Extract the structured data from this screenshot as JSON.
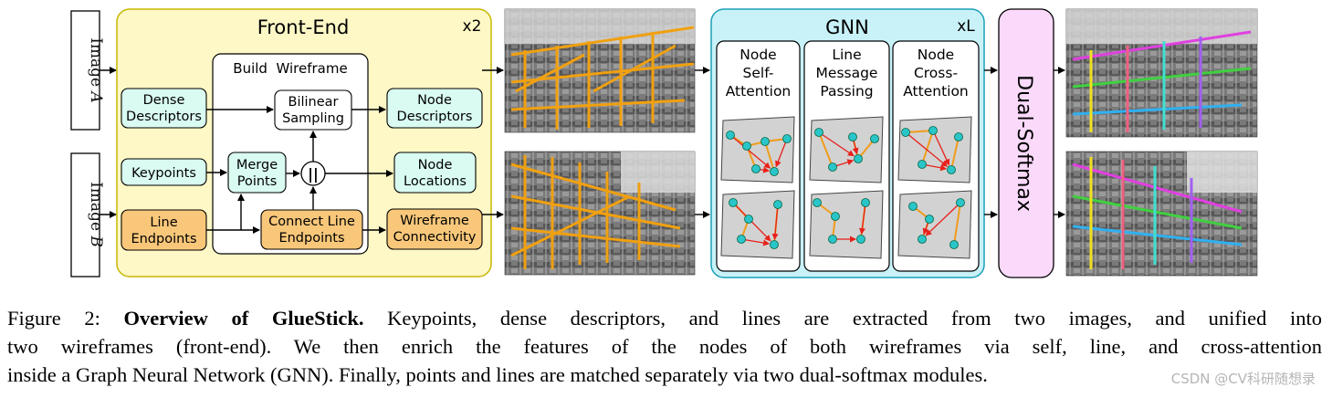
{
  "figure": {
    "image_a": [
      "Image ",
      "A"
    ],
    "image_b": [
      "Image ",
      "B"
    ],
    "frontend": {
      "title": "Front-End",
      "repeat": "x2",
      "build_wireframe": "Build  Wireframe",
      "dense_descriptors": [
        "Dense",
        "Descriptors"
      ],
      "keypoints": [
        "Keypoints"
      ],
      "line_endpoints": [
        "Line",
        "Endpoints"
      ],
      "merge_points": [
        "Merge",
        "Points"
      ],
      "bilinear_sampling": [
        "Bilinear",
        "Sampling"
      ],
      "concat_symbol": "||",
      "connect_line_endpoints": [
        "Connect Line",
        "Endpoints"
      ],
      "node_descriptors": [
        "Node",
        "Descriptors"
      ],
      "node_locations": [
        "Node",
        "Locations"
      ],
      "wireframe_connectivity": [
        "Wireframe",
        "Connectivity"
      ]
    },
    "gnn": {
      "title": "GNN",
      "repeat": "xL",
      "blocks": [
        [
          "Node",
          "Self-",
          "Attention"
        ],
        [
          "Line",
          "Message",
          "Passing"
        ],
        [
          "Node",
          "Cross-",
          "Attention"
        ]
      ]
    },
    "dual_softmax": "Dual-Softmax",
    "colors": {
      "frontend_fill": "#fdf8c6",
      "frontend_stroke": "#c8b700",
      "cyan_box": "#d9fbf1",
      "orange_box": "#f8c77a",
      "gnn_fill": "#c8f2f8",
      "gnn_stroke": "#1a9fb8",
      "dual_fill": "#fbd9fb",
      "node": "#2ac5c8",
      "edge": "#f09c1a",
      "message": "#e8201a"
    }
  },
  "caption": {
    "lines": [
      [
        "Figure 2: ",
        "Overview of GlueStick.",
        " Keypoints, dense descriptors, and lines are extracted from two images, and unified into"
      ],
      [
        "two wireframes (front-end). We then enrich the features of the nodes of both wireframes via self, line, and cross-attention"
      ],
      [
        "inside a Graph Neural Network (GNN). Finally, points and lines are matched separately via two dual-softmax modules."
      ]
    ]
  },
  "watermark": "CSDN @CV科研随想录"
}
